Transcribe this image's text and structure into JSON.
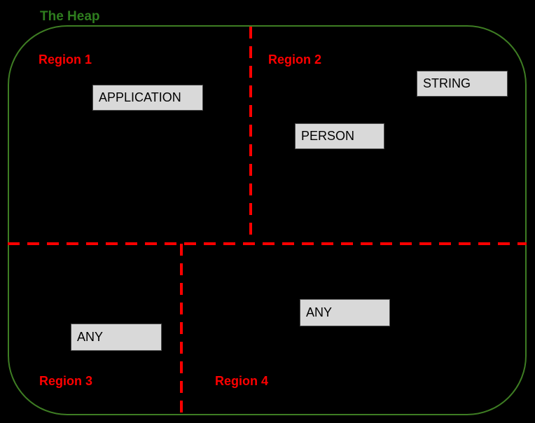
{
  "heap": {
    "title": "The Heap",
    "regions": [
      {
        "label": "Region 1",
        "objects": [
          "APPLICATION"
        ]
      },
      {
        "label": "Region 2",
        "objects": [
          "PERSON",
          "STRING"
        ]
      },
      {
        "label": "Region 3",
        "objects": [
          "ANY"
        ]
      },
      {
        "label": "Region 4",
        "objects": [
          "ANY"
        ]
      }
    ],
    "colors": {
      "background": "#000000",
      "heap_outline_green": "#3e7d23",
      "heap_title_green": "#2e7d1e",
      "region_label_red": "#ff0000",
      "divider_red": "#ff0000",
      "box_fill": "#d9d9d9",
      "box_border": "#4d4d4d",
      "box_text": "#000000"
    }
  }
}
